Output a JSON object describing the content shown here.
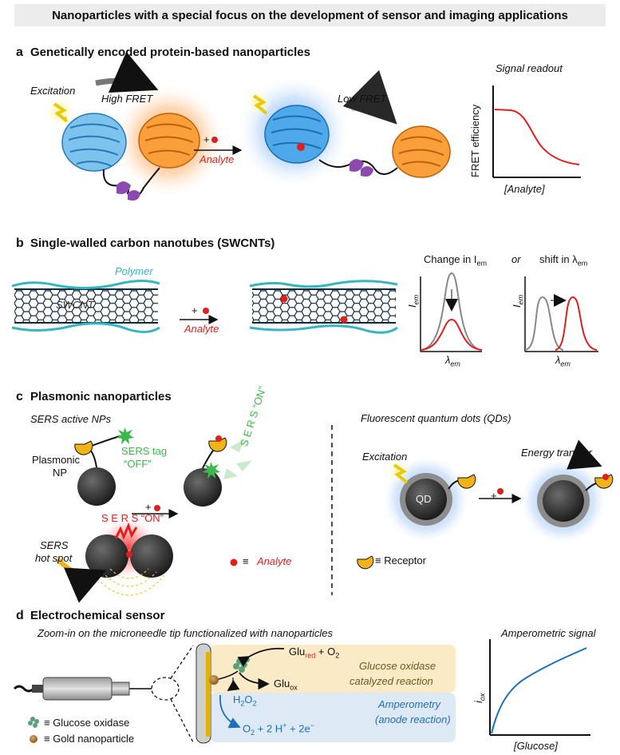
{
  "title": "Nanoparticles with a special focus on the development of sensor and imaging applications",
  "colors": {
    "accent_red": "#e0201e",
    "fret_blue": "#2f8fe0",
    "fret_orange": "#f08a16",
    "polymer_teal": "#36b6bf",
    "receptor_yellow": "#f2b318",
    "sers_green": "#3cb94a",
    "glucose_band": "#fbeac6",
    "ampero_band": "#dde9f5"
  },
  "section_a": {
    "letter": "a",
    "title": "Genetically encoded protein-based nanoparticles",
    "excitation": "Excitation",
    "high_fret": "High FRET",
    "plus": "+",
    "analyte": "Analyte",
    "low_fret": "Low FRET",
    "signal_readout": "Signal readout",
    "ylabel": "FRET efficiency",
    "xlabel": "[Analyte]"
  },
  "section_b": {
    "letter": "b",
    "title": "Single-walled carbon nanotubes (SWCNTs)",
    "polymer": "Polymer",
    "swcnt": "SWCNT",
    "plus": "+",
    "analyte": "Analyte",
    "change_in": "Change in I",
    "em_sub": "em",
    "or": "or",
    "shift_in": "shift in λ",
    "y_i": "I",
    "x_lambda": "λ"
  },
  "section_c": {
    "letter": "c",
    "title": "Plasmonic nanoparticles",
    "sers_active": "SERS active NPs",
    "plasmonic_np_1": "Plasmonic",
    "plasmonic_np_2": "NP",
    "sers_tag": "SERS tag",
    "off": "“OFF”",
    "sers_on_right": "S E R S “ON”",
    "sers_on_hot": "S E R S “ON”",
    "plus": "+",
    "hot_spot_1": "SERS",
    "hot_spot_2": "hot spot",
    "equiv": "≡",
    "analyte": "Analyte",
    "qd_title": "Fluorescent quantum dots (QDs)",
    "excitation": "Excitation",
    "qd": "QD",
    "energy_transfer": "Energy transfer",
    "receptor": "≡ Receptor"
  },
  "section_d": {
    "letter": "d",
    "title": "Electrochemical sensor",
    "zoom": "Zoom-in on the microneedle tip functionalized with nanoparticles",
    "glu_red": "Glu",
    "glu_red_sub": "red",
    "o2": "+ O",
    "o2_sub": "2",
    "glu_ox": "Glu",
    "glu_ox_sub": "ox",
    "h2o2_a": "H",
    "h2o2_sub1": "2",
    "h2o2_b": "O",
    "h2o2_sub2": "2",
    "products": "O",
    "products_rest": " + 2 H",
    "products_sup": "+",
    "products_end": " + 2e",
    "products_sup2": "−",
    "glucose_oxidase_rxn_1": "Glucose oxidase",
    "glucose_oxidase_rxn_2": "catalyzed reaction",
    "amperometry_1": "Amperometry",
    "amperometry_2": "(anode reaction)",
    "legend_gox": "≡ Glucose oxidase",
    "legend_gold": "≡ Gold nanoparticle",
    "amp_signal": "Amperometric signal",
    "ylabel": "i",
    "ylabel_sub": "ox",
    "xlabel": "[Glucose]"
  }
}
